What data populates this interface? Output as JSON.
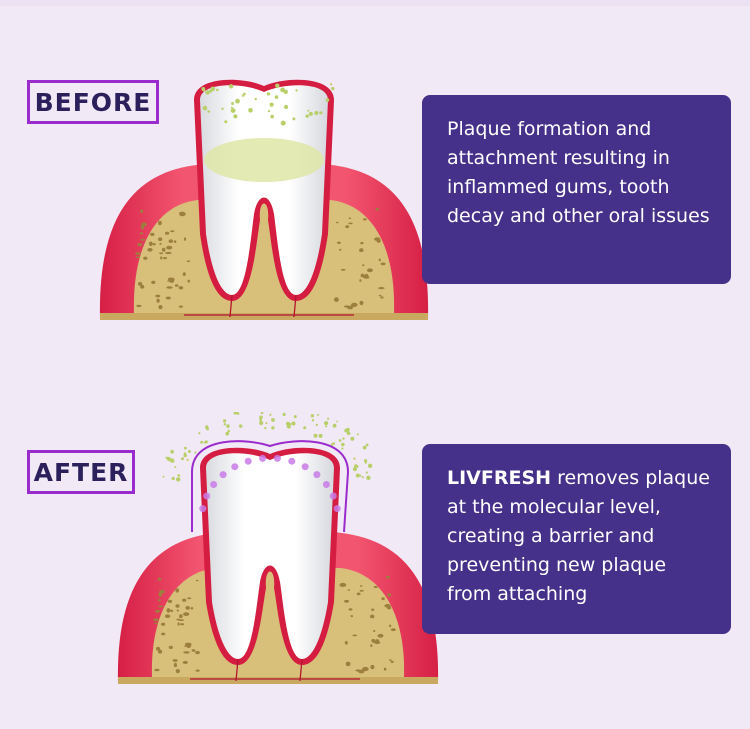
{
  "before": {
    "label": "BEFORE",
    "description": "Plaque formation and attachment resulting in inflammed gums, tooth decay and other oral issues"
  },
  "after": {
    "label": "AFTER",
    "brand": "LIVFRESH",
    "description": " removes plaque at the molecular level, creating a barrier and preventing new plaque from attaching"
  },
  "colors": {
    "background": "#f1e9f5",
    "panel": "#45308a",
    "label_border": "#9a2bcc",
    "label_text": "#2b1f5c",
    "gum": "#e62a4e",
    "bone": "#d9c07a",
    "plaque": "#b8cf6a"
  }
}
